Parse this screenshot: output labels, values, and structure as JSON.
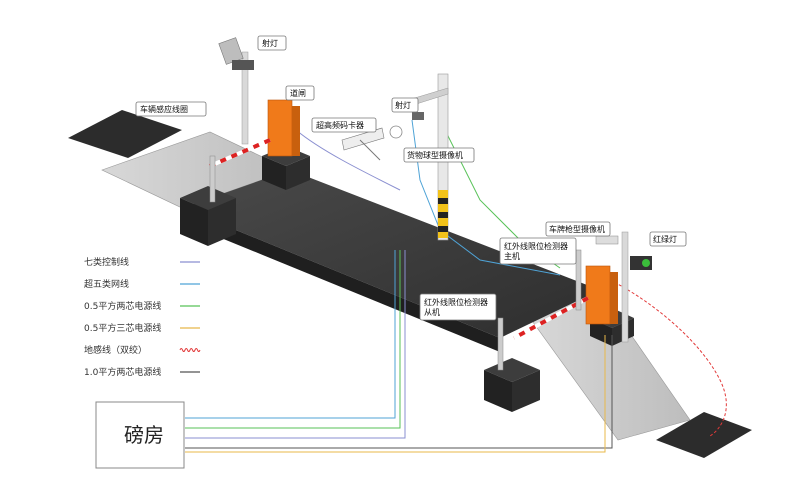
{
  "labels": {
    "vehicle_loop": "车辆感应线圈",
    "spotlight_top": "射灯",
    "barrier_gate": "道闸",
    "uhf_reader": "超高频码卡器",
    "spotlight_mid": "射灯",
    "dome_camera": "货物球型摄像机",
    "plate_camera": "车牌枪型摄像机",
    "traffic_light": "红绿灯",
    "ir_master": "红外线限位检测器\n主机",
    "ir_slave": "红外线限位检测器\n从机"
  },
  "legend": [
    {
      "label": "七类控制线",
      "color": "#8a8fd0",
      "style": "solid"
    },
    {
      "label": "超五类网线",
      "color": "#4fa3d6",
      "style": "solid"
    },
    {
      "label": "0.5平方两芯电源线",
      "color": "#57c257",
      "style": "solid"
    },
    {
      "label": "0.5平方三芯电源线",
      "color": "#e8b84a",
      "style": "solid"
    },
    {
      "label": "地感线（双绞）",
      "color": "#e23a3a",
      "style": "twisted"
    },
    {
      "label": "1.0平方两芯电源线",
      "color": "#555555",
      "style": "solid"
    }
  ],
  "booth": {
    "label": "磅房"
  }
}
